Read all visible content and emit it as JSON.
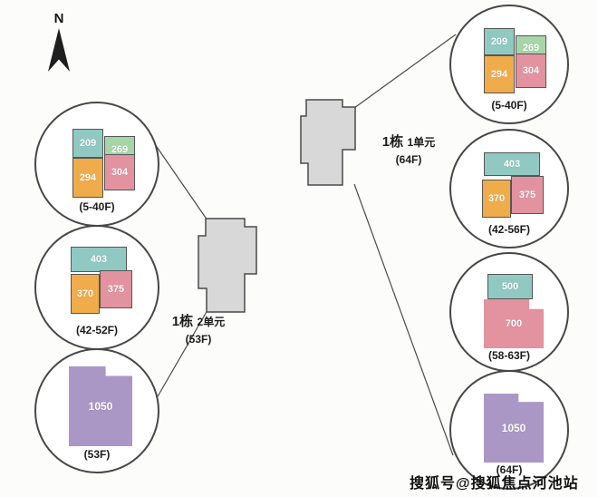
{
  "palette": {
    "teal": "#8fc9c2",
    "green": "#a6d5a8",
    "orange": "#f0ac4a",
    "pink": "#e2939f",
    "purple": "#ab97c6",
    "building_gray": "#d8d8d8"
  },
  "compass": {
    "label": "N"
  },
  "watermark": {
    "text": "搜狐号@搜狐焦点河池站"
  },
  "unit2": {
    "building": "1栋",
    "unit": "2单元",
    "floors": "(53F)",
    "groups": [
      {
        "floor_range": "(5-40F)",
        "units": [
          {
            "area": "209",
            "color": "teal"
          },
          {
            "area": "269",
            "color": "green"
          },
          {
            "area": "294",
            "color": "orange"
          },
          {
            "area": "304",
            "color": "pink"
          }
        ]
      },
      {
        "floor_range": "(42-52F)",
        "units": [
          {
            "area": "403",
            "color": "teal"
          },
          {
            "area": "370",
            "color": "orange"
          },
          {
            "area": "375",
            "color": "pink"
          }
        ]
      },
      {
        "floor_range": "(53F)",
        "units": [
          {
            "area": "1050",
            "color": "purple"
          }
        ]
      }
    ]
  },
  "unit1": {
    "building": "1栋",
    "unit": "1单元",
    "floors": "(64F)",
    "groups": [
      {
        "floor_range": "(5-40F)",
        "units": [
          {
            "area": "209",
            "color": "teal"
          },
          {
            "area": "269",
            "color": "green"
          },
          {
            "area": "294",
            "color": "orange"
          },
          {
            "area": "304",
            "color": "pink"
          }
        ]
      },
      {
        "floor_range": "(42-56F)",
        "units": [
          {
            "area": "403",
            "color": "teal"
          },
          {
            "area": "370",
            "color": "orange"
          },
          {
            "area": "375",
            "color": "pink"
          }
        ]
      },
      {
        "floor_range": "(58-63F)",
        "units": [
          {
            "area": "500",
            "color": "teal"
          },
          {
            "area": "700",
            "color": "pink"
          }
        ]
      },
      {
        "floor_range": "(64F)",
        "units": [
          {
            "area": "1050",
            "color": "purple"
          }
        ]
      }
    ]
  }
}
